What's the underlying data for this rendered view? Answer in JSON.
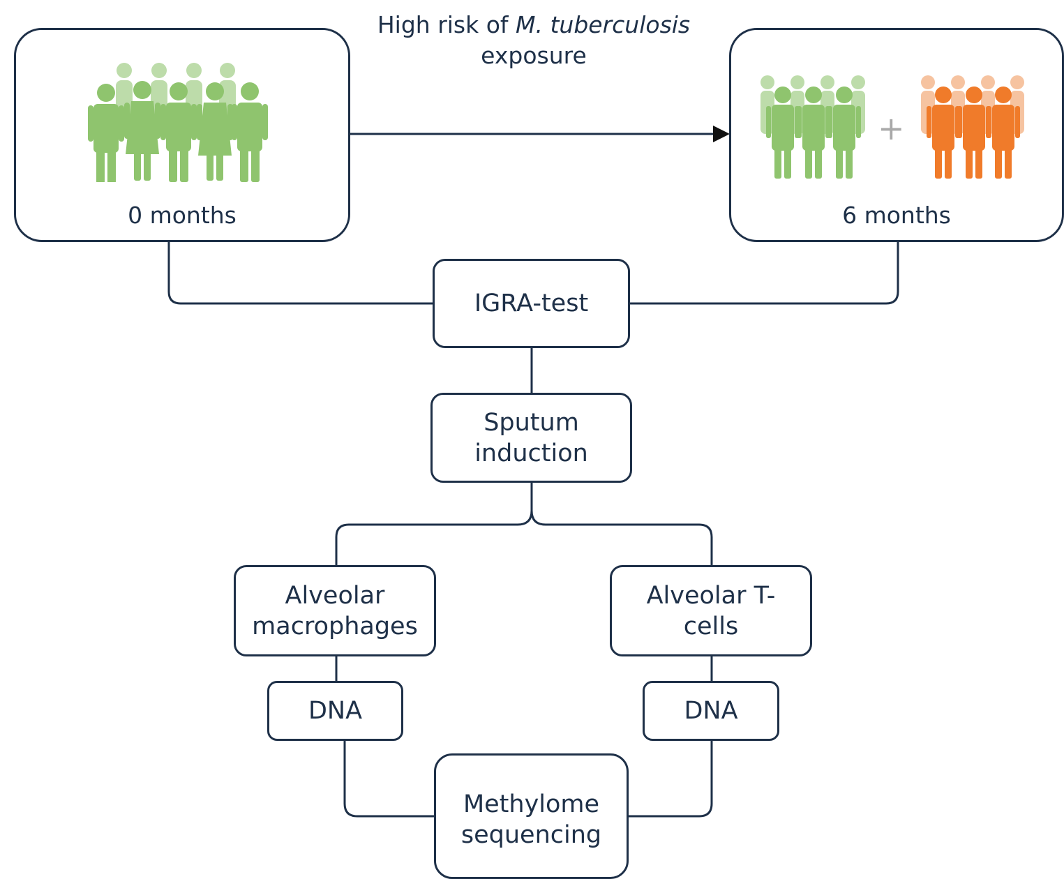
{
  "title": {
    "line1_plain": "High risk of ",
    "line1_italic": "M. tuberculosis",
    "line2": "exposure"
  },
  "timepoints": {
    "start": "0 months",
    "end": "6 months",
    "plus": "+"
  },
  "steps": {
    "igra": "IGRA-test",
    "sputum_line1": "Sputum",
    "sputum_line2": "induction",
    "macro_line1": "Alveolar",
    "macro_line2": "macrophages",
    "tcell_line1": "Alveolar T-",
    "tcell_line2": "cells",
    "dna_left": "DNA",
    "dna_right": "DNA",
    "methyl_line1": "Methylome",
    "methyl_line2": "sequencing"
  },
  "colors": {
    "outline": "#1e3048",
    "igra_negative_green": "#8fc46e",
    "igra_positive_orange": "#f07b2a"
  }
}
